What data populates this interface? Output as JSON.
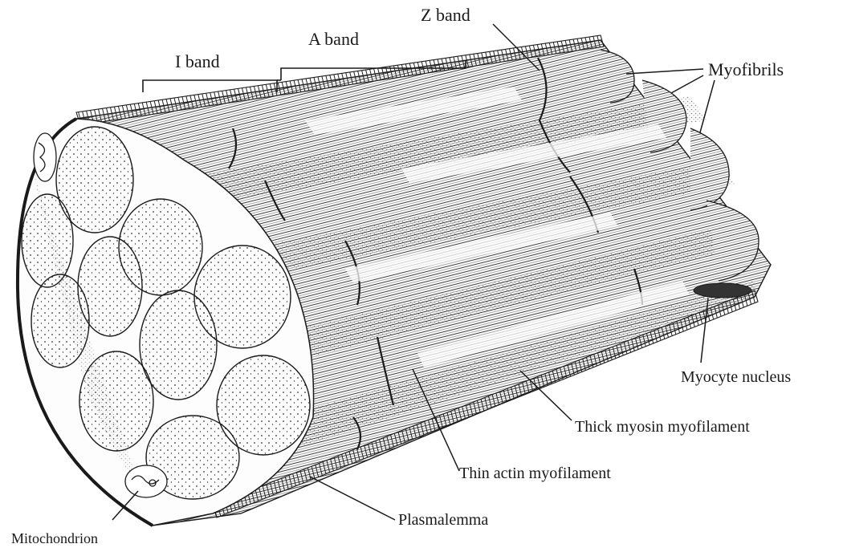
{
  "labels": {
    "i_band": "I band",
    "a_band": "A band",
    "z_band": "Z band",
    "myofibrils": "Myofibrils",
    "myocyte_nucleus": "Myocyte nucleus",
    "thick_myosin": "Thick myosin myofilament",
    "thin_actin": "Thin actin myofilament",
    "plasmalemma": "Plasmalemma",
    "mitochondrion": "Mitochondrion"
  },
  "colors": {
    "ink": "#1a1a1a",
    "fibril_fill": "#f7f7f5",
    "background": "#ffffff"
  }
}
